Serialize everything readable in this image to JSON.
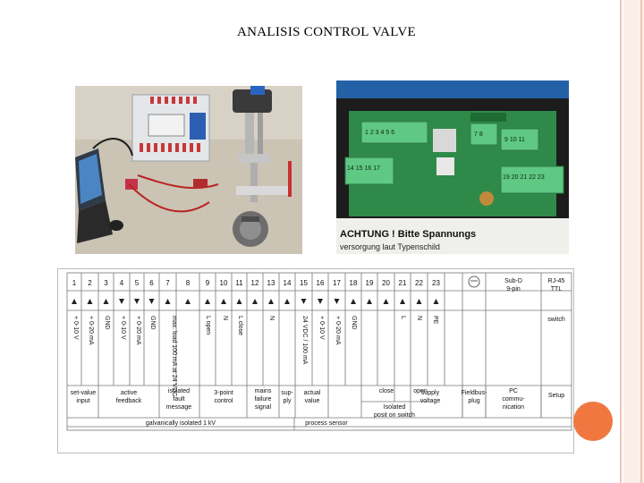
{
  "slide": {
    "title": "ANALISIS CONTROL VALVE",
    "accent_color": "#f07840"
  },
  "photo_right": {
    "sign_line1": "ACHTUNG !  Bitte Spannungs",
    "sign_line2": "versorgung laut Typenschild",
    "pcb_terminals": [
      "1",
      "2",
      "3",
      "4",
      "5",
      "6",
      "7",
      "8",
      "9",
      "10",
      "11",
      "14",
      "15",
      "16",
      "17",
      "19",
      "20",
      "21",
      "22",
      "23"
    ]
  },
  "wiring": {
    "terminals": [
      "1",
      "2",
      "3",
      "4",
      "5",
      "6",
      "7",
      "8",
      "9",
      "10",
      "11",
      "12",
      "13",
      "14",
      "15",
      "16",
      "17",
      "18",
      "19",
      "20",
      "21",
      "22",
      "23"
    ],
    "connector_labels": {
      "subd_line1": "Sub-D",
      "subd_line2": "9-pin",
      "rj45_line1": "RJ-45",
      "rj45_line2": "TTL",
      "switch": "switch"
    },
    "pin_labels": [
      {
        "text": "+ 0-10 V"
      },
      {
        "text": "+ 0-20 mA"
      },
      {
        "text": "GND"
      },
      {
        "text": "+ 0-10 V"
      },
      {
        "text": "+ 0-20 mA"
      },
      {
        "text": "GND"
      },
      {
        "text": "max. load 100 mA at 24 VDC"
      },
      {
        "text": "L open"
      },
      {
        "text": "N"
      },
      {
        "text": "L close"
      },
      {
        "text": "N"
      },
      {
        "text": "24 VDC / 100 mA"
      },
      {
        "text": "+ 0-10 V"
      },
      {
        "text": "+ 0-20 mA"
      },
      {
        "text": "GND"
      },
      {
        "text": "L"
      },
      {
        "text": "N"
      },
      {
        "text": "PE"
      }
    ],
    "groups": [
      {
        "line1": "set-value",
        "line2": "input"
      },
      {
        "line1": "active",
        "line2": "feedback"
      },
      {
        "line1": "isolated",
        "line2": "fault",
        "line3": "message"
      },
      {
        "line1": "3-point",
        "line2": "control"
      },
      {
        "line1": "mains",
        "line2": "failure",
        "line3": "signal"
      },
      {
        "line1": "sup-",
        "line2": "ply"
      },
      {
        "line1": "actual",
        "line2": "value"
      },
      {
        "line1": "close"
      },
      {
        "line1": "open"
      },
      {
        "line1": "Isolated",
        "line2": "posit on switch"
      },
      {
        "line1": "supply",
        "line2": "voltage"
      },
      {
        "line1": "Fieldbus-",
        "line2": "plug"
      },
      {
        "line1": "PC",
        "line2": "commu-",
        "line3": "nication"
      },
      {
        "line1": "Setup"
      }
    ],
    "footer_left": "galvanically isolated 1 kV",
    "footer_right": "process sensor"
  }
}
